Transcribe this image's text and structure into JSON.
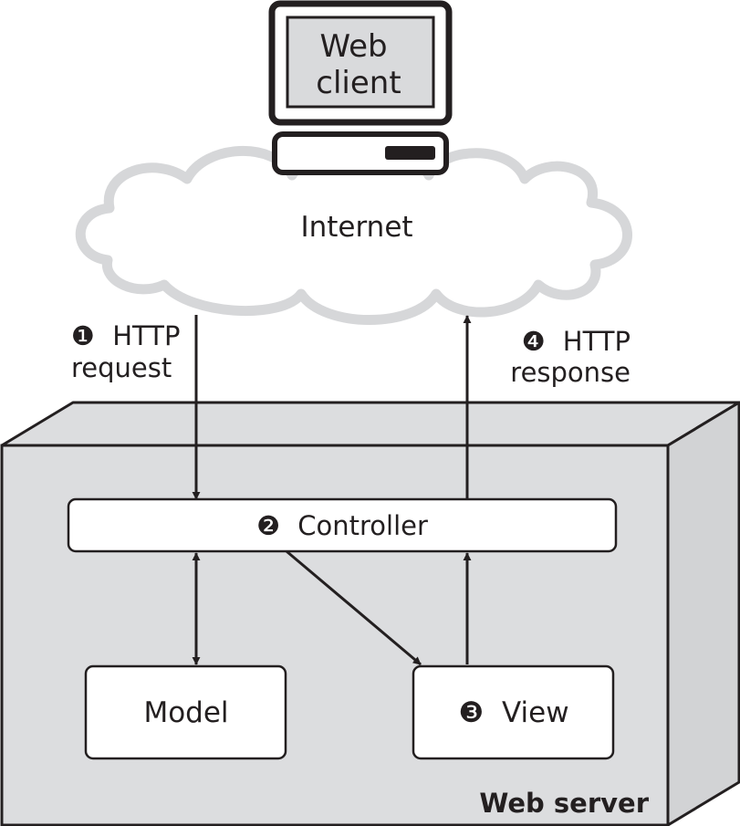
{
  "client": {
    "line1": "Web",
    "line2": "client"
  },
  "internet": {
    "label": "Internet"
  },
  "request": {
    "marker": "❶",
    "line1": "HTTP",
    "line2": "request"
  },
  "response": {
    "marker": "❹",
    "line1": "HTTP",
    "line2": "response"
  },
  "controller": {
    "marker": "❷",
    "label": "Controller"
  },
  "model": {
    "label": "Model"
  },
  "view": {
    "marker": "❸",
    "label": "View"
  },
  "server": {
    "label": "Web server"
  },
  "colors": {
    "stroke": "#231f20",
    "server_front": "#dcdddf",
    "server_side": "#d2d3d5",
    "cloud_outline": "#d6d7d9",
    "monitor_screen": "#d9dadc"
  },
  "icons": {
    "client": "computer-icon",
    "network": "cloud-icon"
  }
}
